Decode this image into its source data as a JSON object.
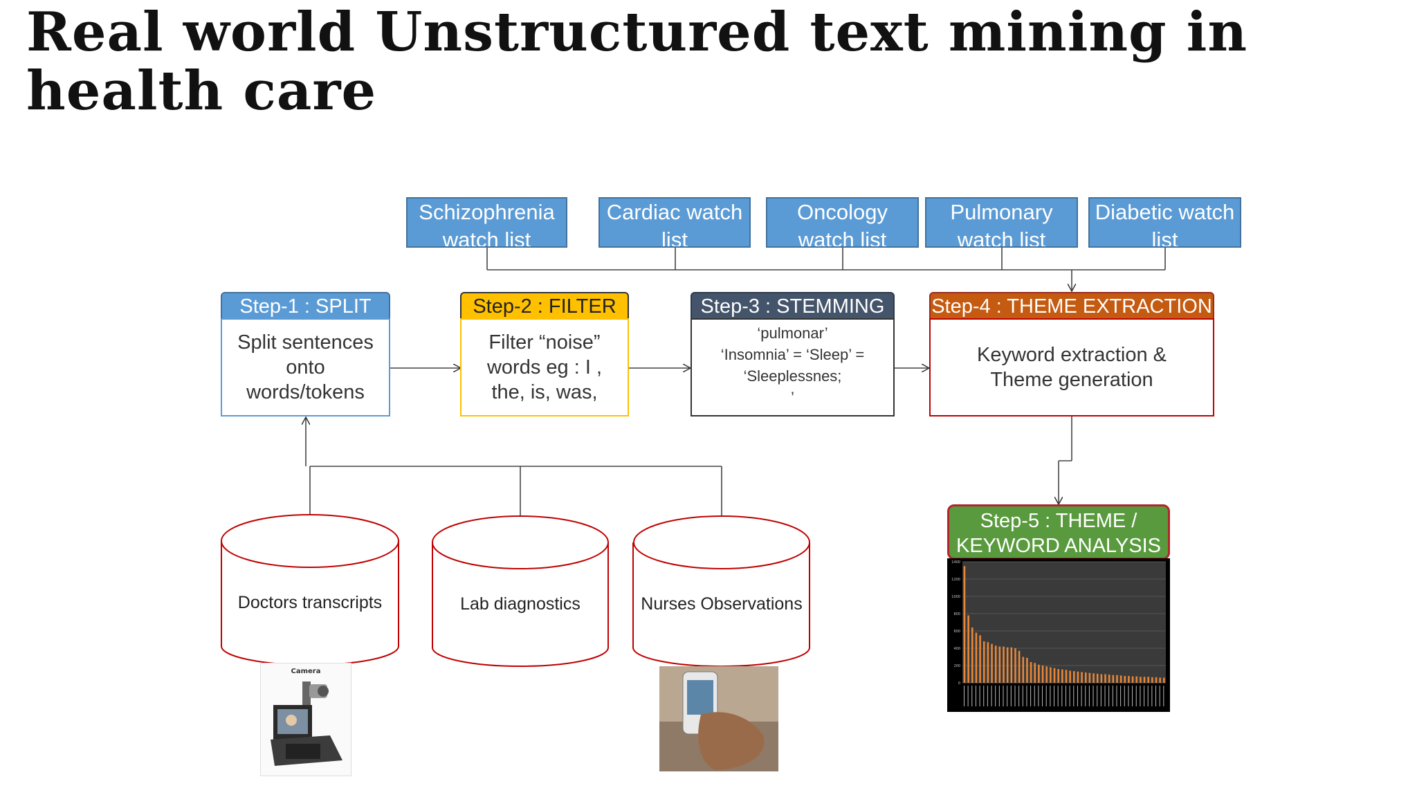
{
  "title": "Real world Unstructured text mining in health care",
  "watch_lists": [
    "Schizophrenia watch list",
    "Cardiac watch list",
    "Oncology watch list",
    "Pulmonary watch list",
    "Diabetic watch list"
  ],
  "steps": {
    "split": {
      "header": "Step-1 : SPLIT",
      "body": "Split sentences onto words/tokens"
    },
    "filter": {
      "header": "Step-2 : FILTER",
      "body": "Filter “noise” words eg : I , the, is, was,"
    },
    "stemming": {
      "header": "Step-3 : STEMMING",
      "lines": [
        "‘pulmonar’",
        "‘Insomnia’ = ‘Sleep’ =",
        "‘Sleeplessnes;",
        "’"
      ]
    },
    "theme": {
      "header": "Step-4 : THEME EXTRACTION",
      "body": "Keyword extraction & Theme generation"
    },
    "analysis": {
      "header": "Step-5 : THEME / KEYWORD  ANALYSIS"
    }
  },
  "sources": [
    "Doctors transcripts",
    "Lab diagnostics",
    "Nurses Observations"
  ],
  "camera_caption": "Camera",
  "colors": {
    "watch_list": "#5b9bd5",
    "split": "#5b9bd5",
    "filter": "#ffc000",
    "stemming": "#44546a",
    "theme": "#c55a11",
    "analysis": "#5a9a3e",
    "cylinder_border": "#c00000",
    "chart_bar": "#e8883a"
  },
  "chart_data": {
    "type": "bar",
    "title": "",
    "xlabel": "",
    "ylabel": "",
    "ylim": [
      0,
      1400
    ],
    "yticks": [
      0,
      200,
      400,
      600,
      800,
      1000,
      1200,
      1400
    ],
    "values": [
      1350,
      780,
      640,
      580,
      550,
      480,
      470,
      450,
      430,
      420,
      420,
      410,
      410,
      400,
      370,
      300,
      290,
      240,
      230,
      210,
      200,
      190,
      180,
      170,
      160,
      155,
      150,
      140,
      135,
      130,
      125,
      120,
      115,
      110,
      105,
      100,
      100,
      95,
      90,
      90,
      85,
      80,
      80,
      75,
      75,
      70,
      70,
      70,
      65,
      65,
      60,
      60
    ]
  }
}
